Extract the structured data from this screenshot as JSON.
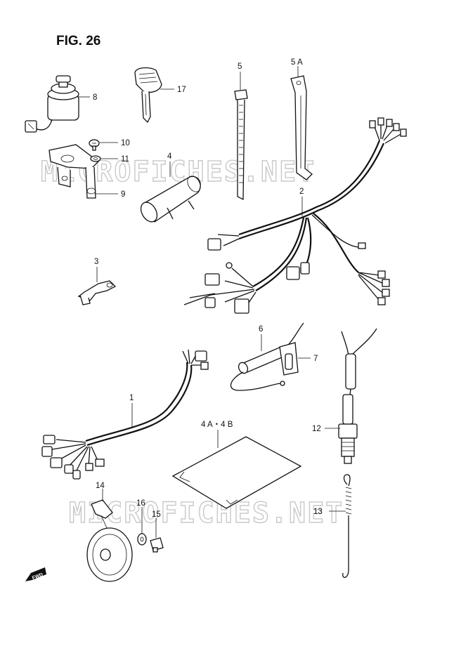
{
  "figure": {
    "title": "FIG. 26",
    "watermarks": [
      "MICROFICHES.NET",
      "MICROFICHES.NET"
    ],
    "fwd_label": "FWD"
  },
  "callouts": {
    "c1": "1",
    "c2": "2",
    "c3": "3",
    "c4": "4",
    "c4ab": "4 A・4 B",
    "c5": "5",
    "c5a": "5 A",
    "c6": "6",
    "c7": "7",
    "c8": "8",
    "c9": "9",
    "c10": "10",
    "c11": "11",
    "c12": "12",
    "c13": "13",
    "c14": "14",
    "c15": "15",
    "c16": "16",
    "c17": "17"
  }
}
